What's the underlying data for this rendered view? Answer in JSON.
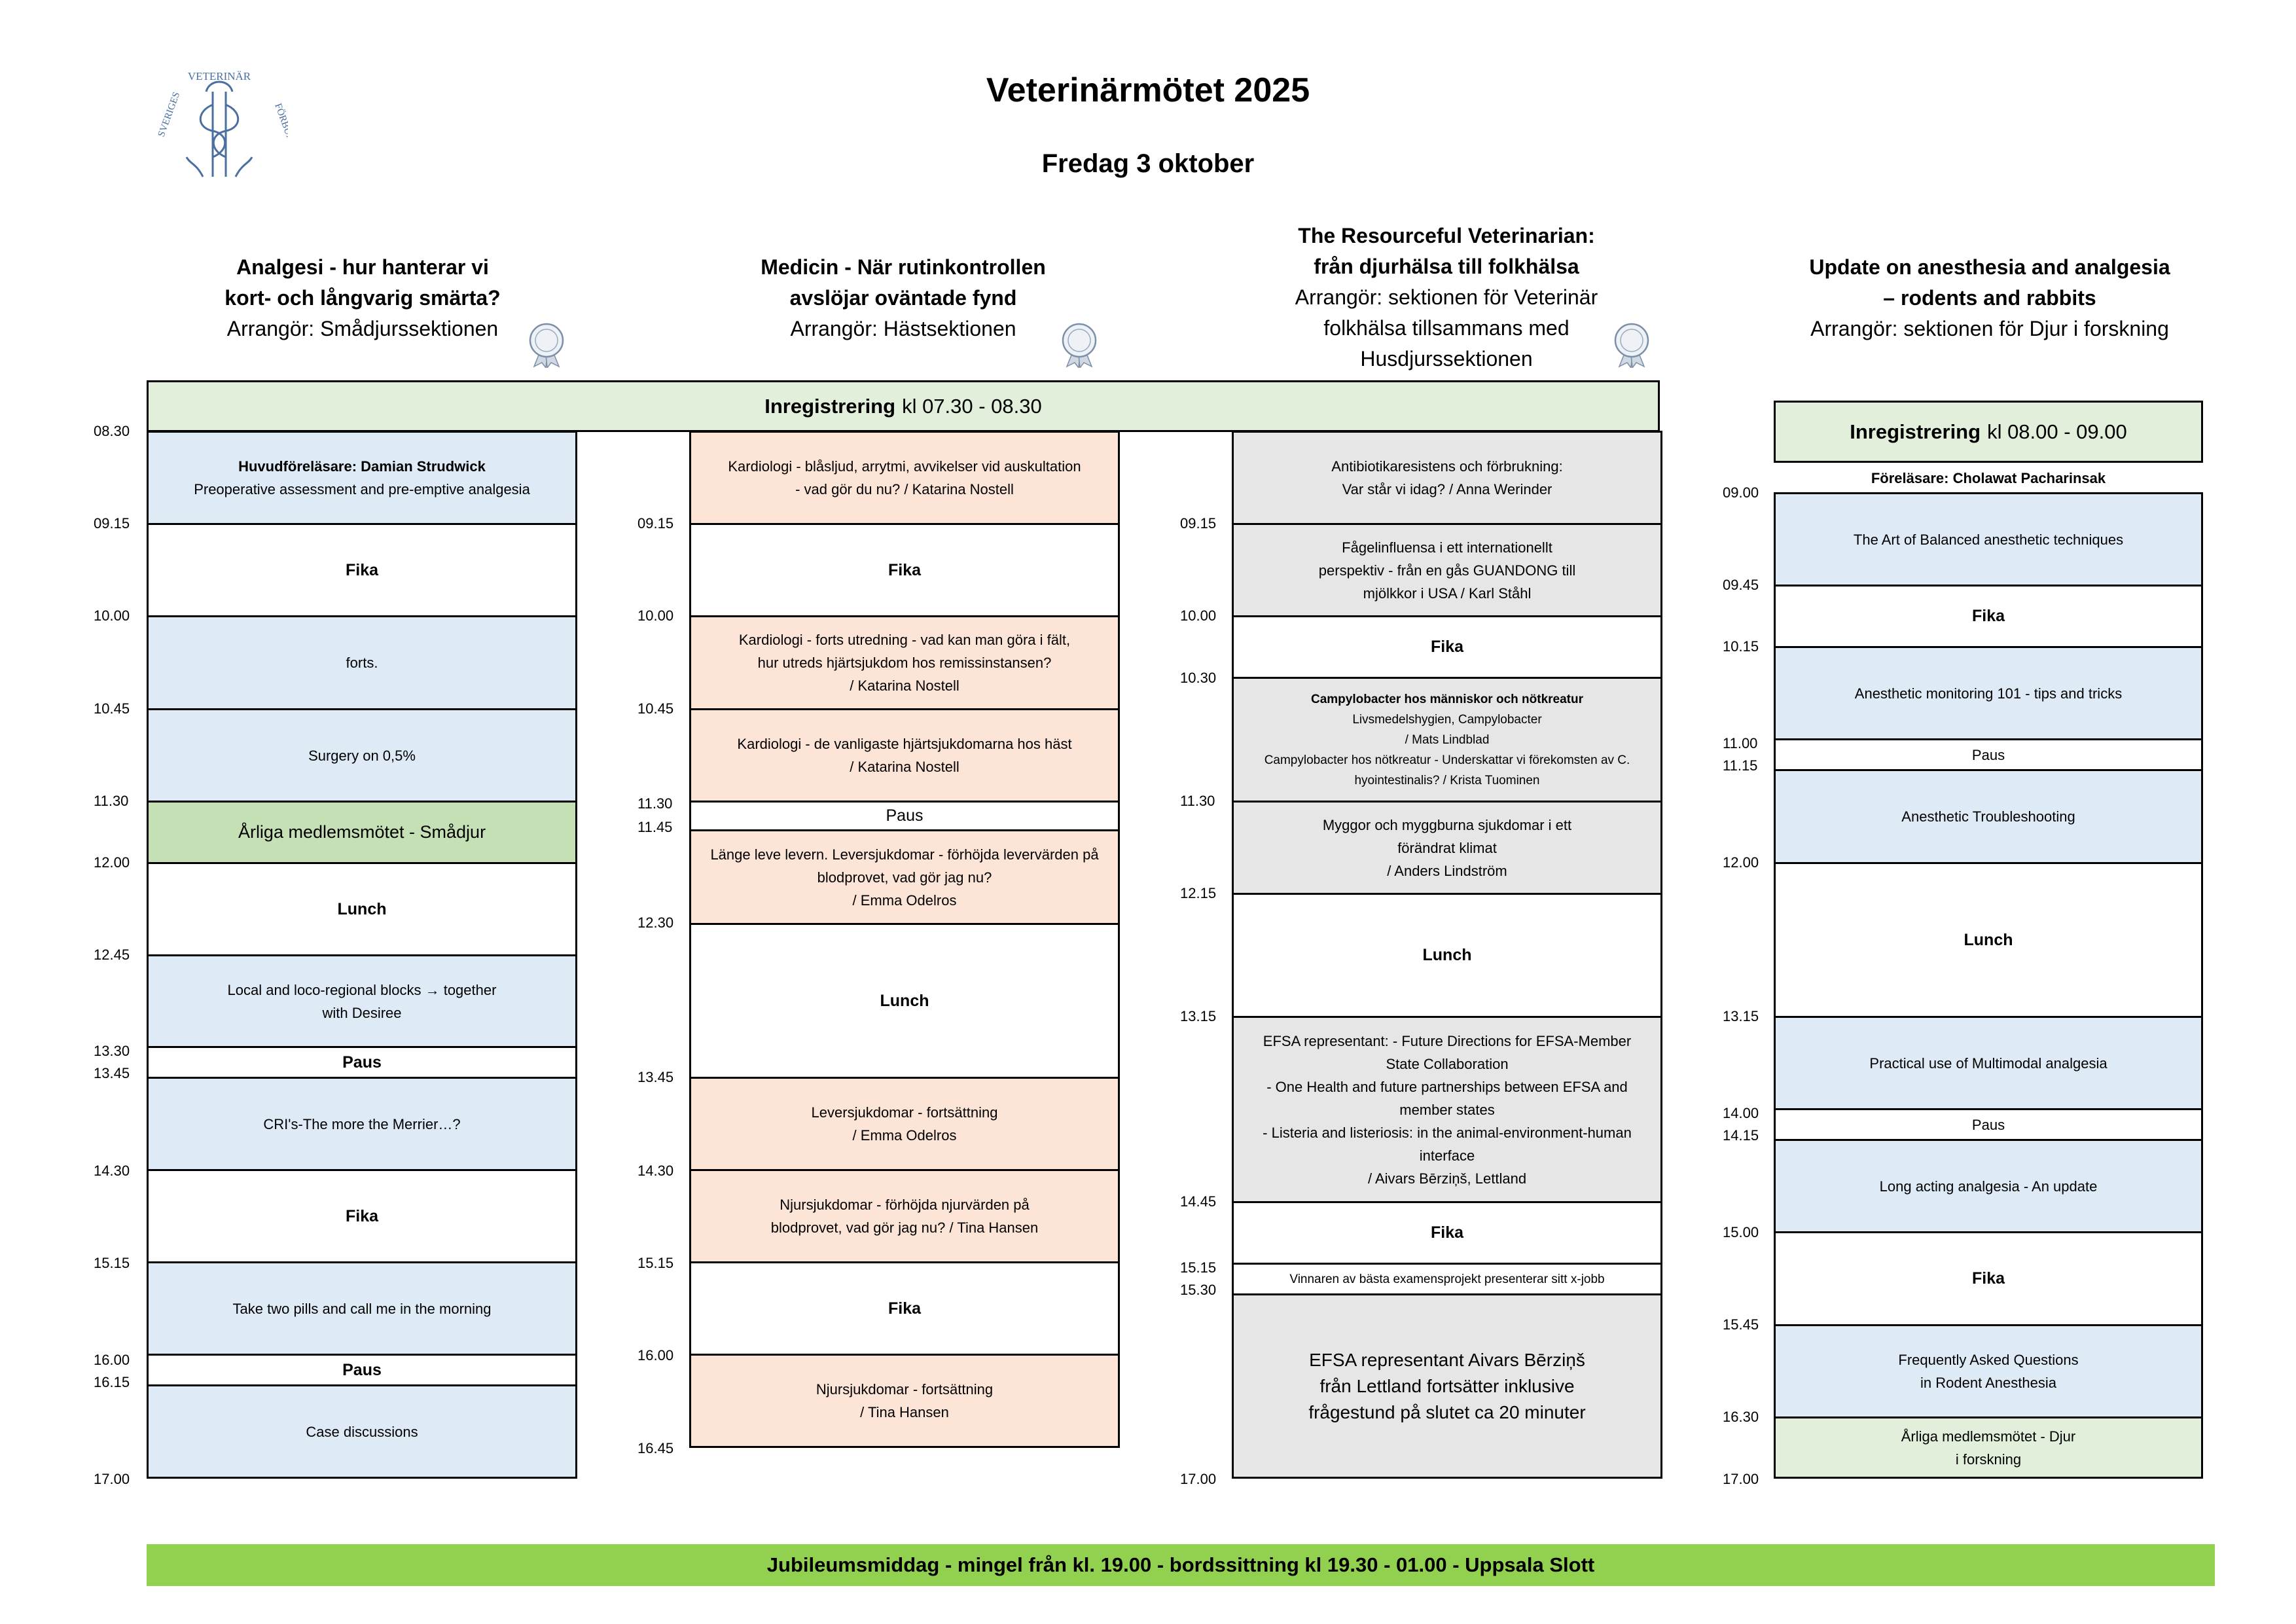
{
  "title": "Veterinärmötet 2025",
  "subtitle": "Fredag 3 oktober",
  "logo_text": "SVERIGES VETERINÄRFÖRBUND",
  "columns": [
    {
      "heading": [
        "Analgesi - hur hanterar vi",
        "kort- och långvarig smärta?"
      ],
      "organizer": "Arrangör: Smådjurssektionen"
    },
    {
      "heading": [
        "Medicin - När rutinkontrollen",
        "avslöjar oväntade fynd"
      ],
      "organizer": "Arrangör: Hästsektionen"
    },
    {
      "heading": [
        "The Resourceful Veterinarian:",
        "från djurhälsa till folkhälsa"
      ],
      "organizer": [
        "Arrangör: sektionen för Veterinär",
        "folkhälsa tillsammans med",
        "Husdjurssektionen"
      ]
    },
    {
      "heading": [
        "Update on anesthesia and analgesia",
        "– rodents and rabbits"
      ],
      "organizer": "Arrangör: sektionen för Djur i forskning"
    }
  ],
  "registration_main": {
    "label": "Inregistrering",
    "time": "kl 07.30 - 08.30"
  },
  "registration_col4": {
    "label": "Inregistrering",
    "time": "kl 08.00 - 09.00"
  },
  "col4_lecturer": "Föreläsare: Cholawat Pacharinsak",
  "col1": {
    "times": [
      "08.30",
      "09.15",
      "10.00",
      "10.45",
      "11.30",
      "12.00",
      "12.45",
      "13.30",
      "13.45",
      "14.30",
      "15.15",
      "16.00",
      "16.15",
      "17.00"
    ],
    "blocks": [
      [
        "Huvudföreläsare: Damian Strudwick",
        "Preoperative assessment and pre-emptive analgesia"
      ],
      [
        "Fika"
      ],
      [
        "forts."
      ],
      [
        "Surgery on 0,5%"
      ],
      [
        "Årliga medlemsmötet - Smådjur"
      ],
      [
        "Lunch"
      ],
      [
        "Local and loco-regional blocks → together",
        "with Desiree"
      ],
      [
        "Paus"
      ],
      [
        "CRI's-The more the Merrier…?"
      ],
      [
        "Fika"
      ],
      [
        "Take two pills and call me in the morning"
      ],
      [
        "Paus"
      ],
      [
        "Case discussions"
      ]
    ]
  },
  "col2": {
    "times": [
      "09.15",
      "10.00",
      "10.45",
      "11.30",
      "11.45",
      "12.30",
      "13.45",
      "14.30",
      "15.15",
      "16.00",
      "16.45"
    ],
    "blocks": [
      [
        "Kardiologi - blåsljud, arrytmi, avvikelser vid auskultation",
        "- vad gör du nu? / Katarina Nostell"
      ],
      [
        "Fika"
      ],
      [
        "Kardiologi - forts utredning - vad kan man göra i fält,",
        "hur utreds hjärtsjukdom hos remissinstansen?",
        "/ Katarina Nostell"
      ],
      [
        "Kardiologi - de vanligaste hjärtsjukdomarna hos häst",
        "/ Katarina Nostell"
      ],
      [
        "Paus"
      ],
      [
        "Länge leve levern. Leversjukdomar - förhöjda levervärden på",
        "blodprovet, vad gör jag nu?",
        "/ Emma Odelros"
      ],
      [
        "Lunch"
      ],
      [
        "Leversjukdomar - fortsättning",
        "/ Emma Odelros"
      ],
      [
        "Njursjukdomar - förhöjda njurvärden på",
        "blodprovet, vad gör jag nu? / Tina Hansen"
      ],
      [
        "Fika"
      ],
      [
        "Njursjukdomar - fortsättning",
        "/ Tina Hansen"
      ]
    ]
  },
  "col3": {
    "times": [
      "09.15",
      "10.00",
      "10.30",
      "11.30",
      "12.15",
      "13.15",
      "14.45",
      "15.15",
      "15.30",
      "17.00"
    ],
    "blocks": [
      [
        "Antibiotikaresistens och förbrukning:",
        "Var står vi idag? / Anna Werinder"
      ],
      [
        "Fågelinfluensa i ett internationellt",
        "perspektiv - från en gås GUANDONG till",
        "mjölkkor i USA / Karl Ståhl"
      ],
      [
        "Fika"
      ],
      [
        "Campylobacter hos människor och nötkreatur",
        "Livsmedelshygien, Campylobacter",
        "/ Mats Lindblad",
        "Campylobacter hos nötkreatur - Underskattar vi förekomsten av C.",
        "hyointestinalis? / Krista Tuominen"
      ],
      [
        "Myggor och myggburna sjukdomar i ett",
        "förändrat klimat",
        "/ Anders Lindström"
      ],
      [
        "Lunch"
      ],
      [
        "EFSA representant: - Future Directions for EFSA-Member",
        "State Collaboration",
        "- One Health and future partnerships between EFSA and",
        "member states",
        "- Listeria and listeriosis: in the animal-environment-human",
        "interface",
        "/ Aivars Bērziņš, Lettland"
      ],
      [
        "Fika"
      ],
      [
        "Vinnaren av bästa examensprojekt presenterar sitt x-jobb"
      ],
      [
        "EFSA representant Aivars Bērziņš",
        "från Lettland fortsätter inklusive",
        "frågestund på slutet ca 20 minuter"
      ]
    ]
  },
  "col4": {
    "times": [
      "09.00",
      "09.45",
      "10.15",
      "11.00",
      "11.15",
      "12.00",
      "13.15",
      "14.00",
      "14.15",
      "15.00",
      "15.45",
      "16.30",
      "17.00"
    ],
    "blocks": [
      [
        "The Art of Balanced anesthetic techniques"
      ],
      [
        "Fika"
      ],
      [
        "Anesthetic monitoring 101 - tips and tricks"
      ],
      [
        "Paus"
      ],
      [
        "Anesthetic Troubleshooting"
      ],
      [
        "Lunch"
      ],
      [
        "Practical use of Multimodal analgesia"
      ],
      [
        "Paus"
      ],
      [
        "Long acting analgesia - An update"
      ],
      [
        "Fika"
      ],
      [
        "Frequently Asked Questions",
        "in Rodent Anesthesia"
      ],
      [
        "Årliga medlemsmötet - Djur",
        "i forskning"
      ]
    ]
  },
  "footer": "Jubileumsmiddag - mingel från kl. 19.00 - bordssittning kl 19.30 - 01.00 - Uppsala Slott",
  "colors": {
    "blue": "#deebf7",
    "peach": "#fce4d6",
    "gray": "#e7e6e6",
    "member_green": "#c5e0b4",
    "registration_green": "#e2efda",
    "footer_green": "#92d050",
    "logo_blue": "#4a6fa0"
  }
}
